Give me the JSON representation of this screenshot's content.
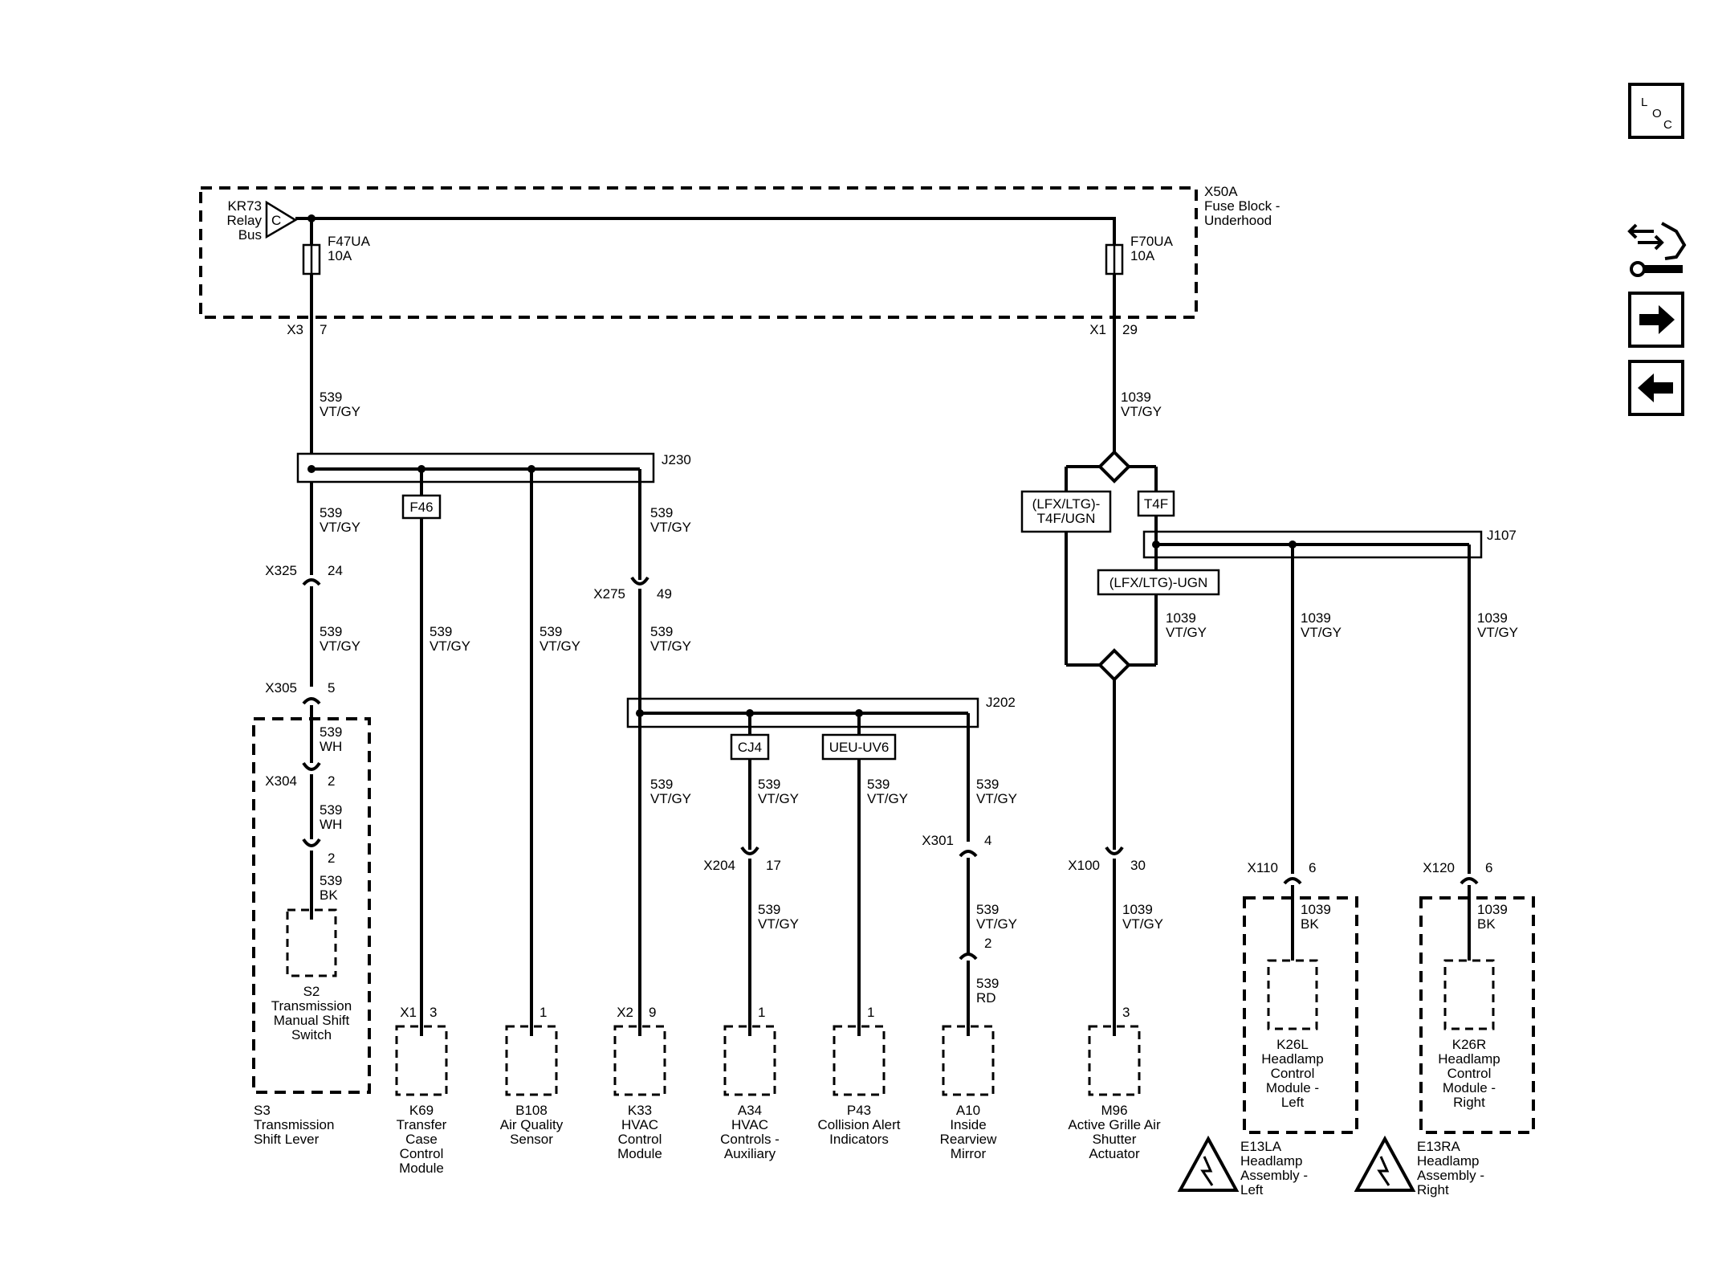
{
  "fuse_block": {
    "id": "X50A",
    "line1": "Fuse Block -",
    "line2": "Underhood"
  },
  "relay": {
    "line1": "KR73",
    "line2": "Relay",
    "line3": "Bus",
    "terminal": "C"
  },
  "fuses": [
    {
      "name": "F47UA",
      "rating": "10A"
    },
    {
      "name": "F70UA",
      "rating": "10A"
    }
  ],
  "outputs": [
    {
      "conn": "X3",
      "pin": "7"
    },
    {
      "conn": "X1",
      "pin": "29"
    }
  ],
  "splices": [
    "J230",
    "J202",
    "J107"
  ],
  "option_labels": [
    "F46",
    "(LFX/LTG)-",
    "T4F/UGN",
    "T4F",
    "(LFX/LTG)-UGN",
    "CJ4",
    "UEU-UV6"
  ],
  "wires": {
    "w539_vtgy": {
      "num": "539",
      "color": "VT/GY"
    },
    "w539_wh": {
      "num": "539",
      "color": "WH"
    },
    "w539_bk": {
      "num": "539",
      "color": "BK"
    },
    "w539_rd": {
      "num": "539",
      "color": "RD"
    },
    "w1039_vtgy": {
      "num": "1039",
      "color": "VT/GY"
    },
    "w1039_bk": {
      "num": "1039",
      "color": "BK"
    }
  },
  "inline_connectors": [
    {
      "id": "X325",
      "pin": "24"
    },
    {
      "id": "X305",
      "pin": "5"
    },
    {
      "id": "X304",
      "pin": "2"
    },
    {
      "id": "",
      "pin": "2"
    },
    {
      "id": "X275",
      "pin": "49"
    },
    {
      "id": "X204",
      "pin": "17"
    },
    {
      "id": "X301",
      "pin": "4"
    },
    {
      "id": "",
      "pin": "2"
    },
    {
      "id": "X100",
      "pin": "30"
    },
    {
      "id": "X110",
      "pin": "6"
    },
    {
      "id": "X120",
      "pin": "6"
    }
  ],
  "components": [
    {
      "conn": "",
      "pin": "",
      "lines": [
        "S3",
        "Transmission",
        "Shift Lever"
      ]
    },
    {
      "conn": "X1",
      "pin": "3",
      "lines": [
        "K69",
        "Transfer",
        "Case",
        "Control",
        "Module"
      ]
    },
    {
      "conn": "",
      "pin": "1",
      "lines": [
        "B108",
        "Air Quality",
        "Sensor"
      ]
    },
    {
      "conn": "X2",
      "pin": "9",
      "lines": [
        "K33",
        "HVAC",
        "Control",
        "Module"
      ]
    },
    {
      "conn": "",
      "pin": "1",
      "lines": [
        "A34",
        "HVAC",
        "Controls -",
        "Auxiliary"
      ]
    },
    {
      "conn": "",
      "pin": "1",
      "lines": [
        "P43",
        "Collision Alert",
        "Indicators"
      ]
    },
    {
      "conn": "",
      "pin": "",
      "lines": [
        "A10",
        "Inside",
        "Rearview",
        "Mirror"
      ]
    },
    {
      "conn": "",
      "pin": "3",
      "lines": [
        "M96",
        "Active Grille Air",
        "Shutter",
        "Actuator"
      ]
    }
  ],
  "switch_s2": [
    "S2",
    "Transmission",
    "Manual Shift",
    "Switch"
  ],
  "headlamps": [
    {
      "module": [
        "K26L",
        "Headlamp",
        "Control",
        "Module -",
        "Left"
      ],
      "assembly": [
        "E13LA",
        "Headlamp",
        "Assembly -",
        "Left"
      ]
    },
    {
      "module": [
        "K26R",
        "Headlamp",
        "Control",
        "Module -",
        "Right"
      ],
      "assembly": [
        "E13RA",
        "Headlamp",
        "Assembly -",
        "Right"
      ]
    }
  ],
  "nav": {
    "loc": [
      "L",
      "O",
      "C"
    ],
    "icons": [
      "service-tool-icon",
      "forward-arrow-icon",
      "back-arrow-icon"
    ]
  }
}
